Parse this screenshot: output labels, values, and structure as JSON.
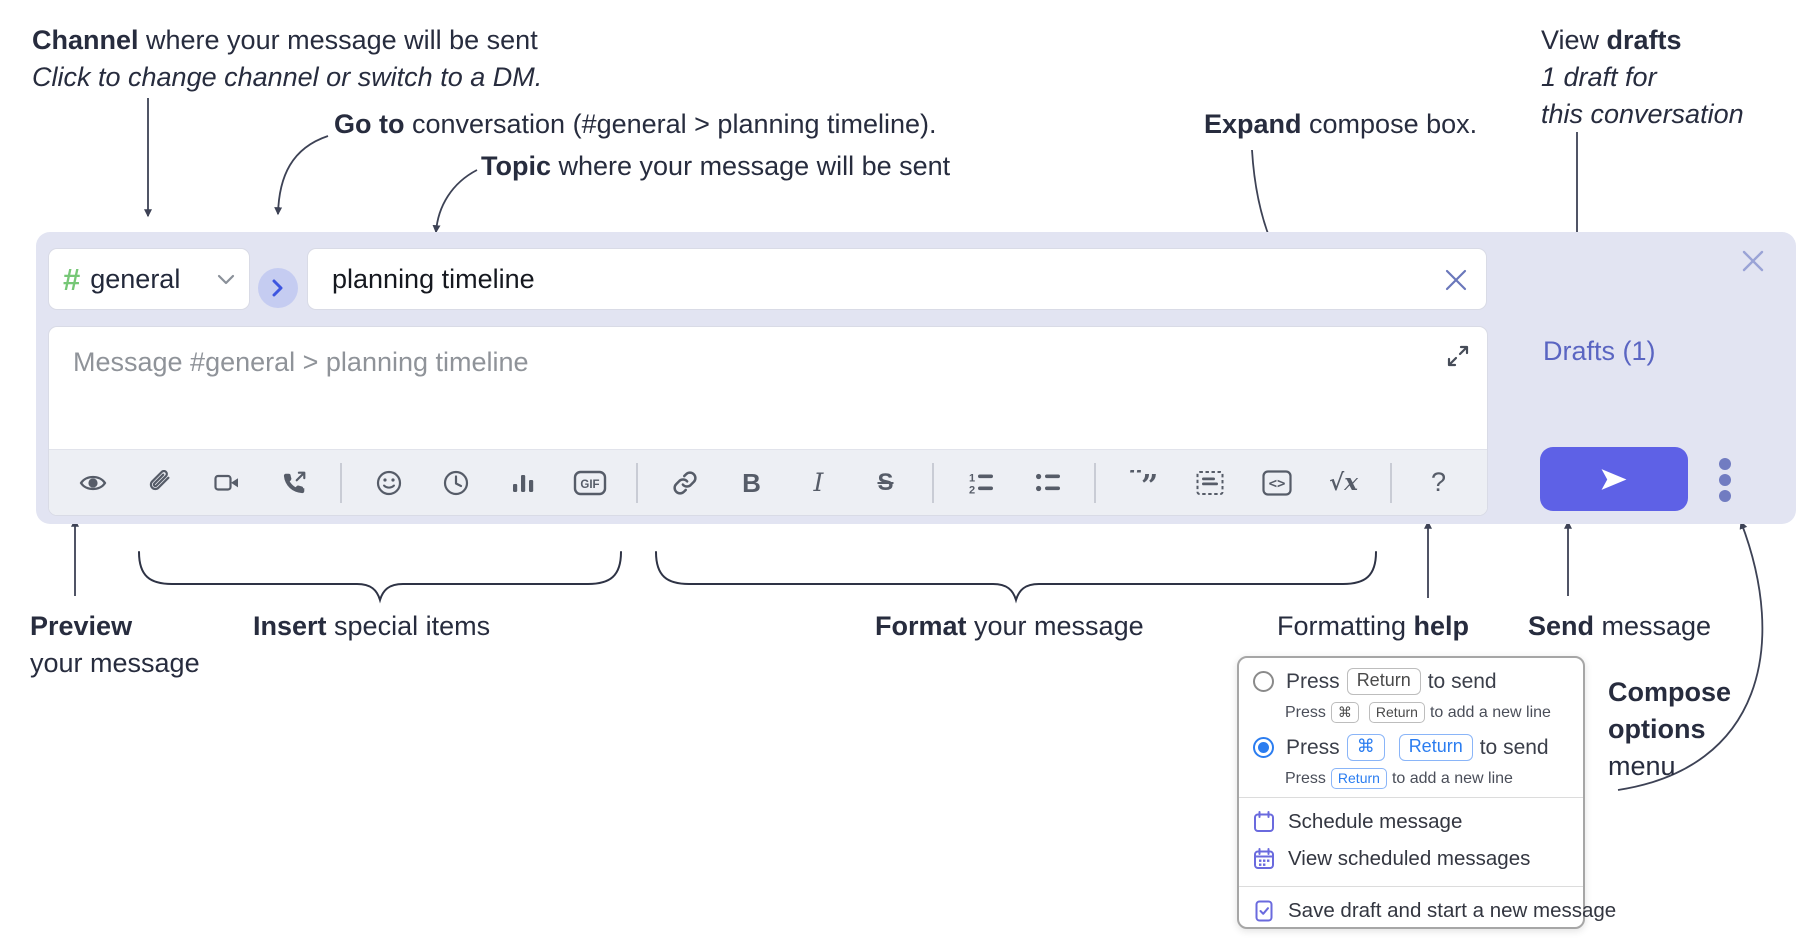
{
  "annotations": {
    "channel": {
      "bold": "Channel",
      "rest": " where your message will be sent",
      "italic": "Click to change channel or switch to a DM."
    },
    "goto": {
      "bold": "Go to",
      "rest": " conversation (#general > planning timeline)."
    },
    "topic": {
      "bold": "Topic",
      "rest": " where your message will be sent"
    },
    "expand": {
      "bold": "Expand",
      "rest": " compose box."
    },
    "drafts": {
      "pre": "View ",
      "bold": "drafts",
      "italic_line1": "1 draft for",
      "italic_line2": "this conversation"
    },
    "preview": {
      "bold": "Preview",
      "line2": "your message"
    },
    "insert": {
      "bold": "Insert",
      "rest": " special items"
    },
    "format": {
      "bold": "Format",
      "rest": " your message"
    },
    "formatting_help": {
      "pre": "Formatting ",
      "bold": "help"
    },
    "send": {
      "bold": "Send",
      "rest": " message"
    },
    "compose_options": {
      "bold_line1": "Compose",
      "bold_line2": "options",
      "line3": "menu"
    }
  },
  "compose": {
    "channel_selector": {
      "hash": "#",
      "channel_name": "general"
    },
    "topic_input": {
      "value": "planning timeline"
    },
    "message_input": {
      "placeholder": "Message #general > planning timeline"
    },
    "drafts_link": "Drafts (1)",
    "toolbar": {
      "bold_label": "B",
      "italic_label": "I",
      "strike_label": "S",
      "gif_label": "GIF",
      "code_label": "<>",
      "math_label": "√x",
      "help_label": "?",
      "quote_open": "“",
      "quote_close": "”"
    }
  },
  "menu": {
    "send_option_1": {
      "press": "Press",
      "key": "Return",
      "suffix": "to send",
      "selected": false,
      "sub": {
        "press": "Press",
        "key1": "⌘",
        "key2": "Return",
        "suffix": "to add a new line"
      }
    },
    "send_option_2": {
      "press": "Press",
      "key1": "⌘",
      "key2": "Return",
      "suffix": "to send",
      "selected": true,
      "sub": {
        "press": "Press",
        "key": "Return",
        "suffix": "to add a new line"
      }
    },
    "items": [
      {
        "icon": "calendar-icon",
        "label": "Schedule message"
      },
      {
        "icon": "calendar-grid-icon",
        "label": "View scheduled messages"
      },
      {
        "icon": "save-draft-icon",
        "label": "Save draft and start a new message"
      }
    ]
  },
  "colors": {
    "compose_background": "#e2e4f2",
    "accent_send_button": "#5e61e6",
    "drafts_link": "#5a65c2",
    "channel_hash_green": "#76c776",
    "goto_circle_bg": "#c5ccf1",
    "goto_chevron_blue": "#3d55e0",
    "radio_selected_blue": "#2b7df0",
    "menu_icon_purple": "#6a6ade",
    "annotation_text": "#272c3e",
    "toolbar_icon_gray": "#565c68"
  }
}
